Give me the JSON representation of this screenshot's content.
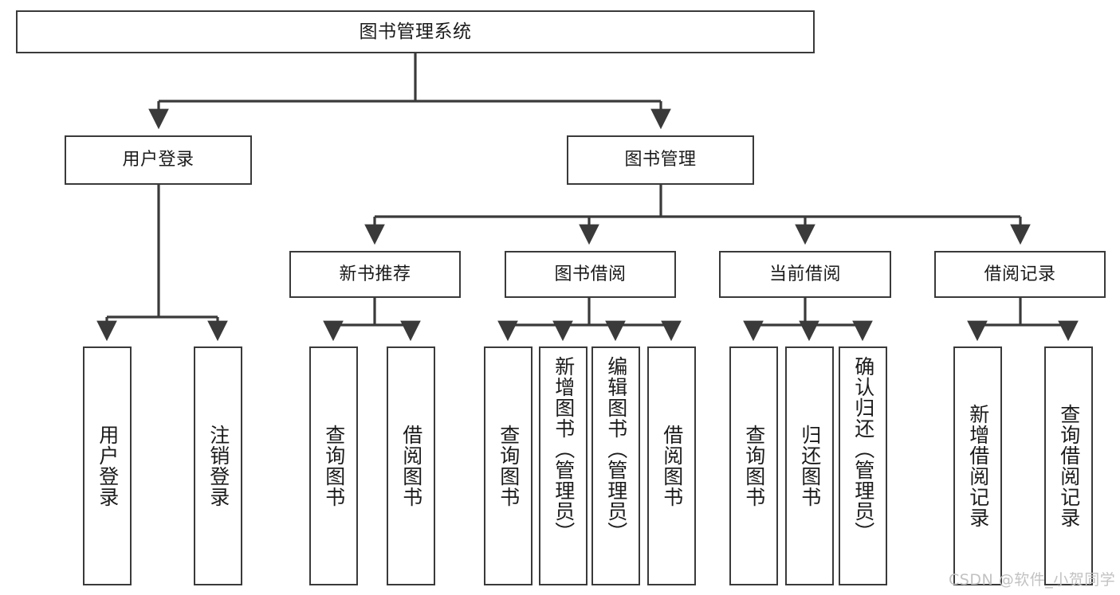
{
  "diagram": {
    "type": "tree-hierarchy",
    "title": "图书管理系统",
    "watermark": "CSDN @软件_小贺同学",
    "colors": {
      "border": "#3a3a3a",
      "background": "#ffffff",
      "text": "#1b1b1b",
      "connector": "#3a3a3a",
      "watermark": "#c2c2c2"
    },
    "levels": {
      "root": {
        "label": "图书管理系统"
      },
      "level2": [
        {
          "label": "用户登录"
        },
        {
          "label": "图书管理"
        }
      ],
      "level3": [
        {
          "label": "新书推荐"
        },
        {
          "label": "图书借阅"
        },
        {
          "label": "当前借阅"
        },
        {
          "label": "借阅记录"
        }
      ],
      "leaves": {
        "user_login": [
          {
            "label": "用户登录"
          },
          {
            "label": "注销登录"
          }
        ],
        "new_book_recommend": [
          {
            "label": "查询图书"
          },
          {
            "label": "借阅图书"
          }
        ],
        "book_borrow": [
          {
            "label": "查询图书"
          },
          {
            "label": "新增图书（管理员）"
          },
          {
            "label": "编辑图书（管理员）"
          },
          {
            "label": "借阅图书"
          }
        ],
        "current_borrow": [
          {
            "label": "查询图书"
          },
          {
            "label": "归还图书"
          },
          {
            "label": "确认归还（管理员）"
          }
        ],
        "borrow_record": [
          {
            "label": "新增借阅记录"
          },
          {
            "label": "查询借阅记录"
          }
        ]
      }
    }
  }
}
